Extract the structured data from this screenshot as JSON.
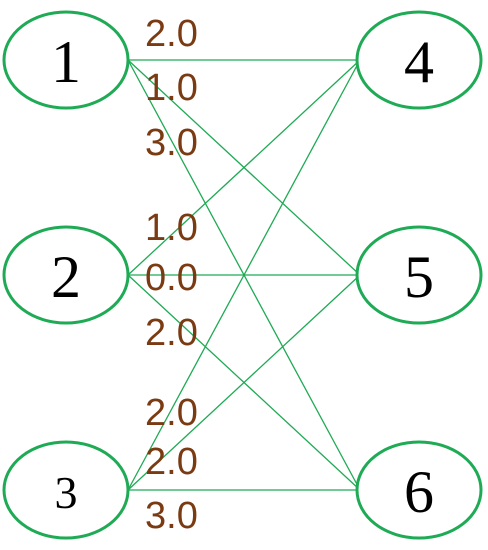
{
  "colors": {
    "node_stroke": "#1faa55",
    "edge_stroke": "#1faa55",
    "weight_text": "#7a3a12",
    "node_text": "#000000"
  },
  "nodes": [
    {
      "id": "n1",
      "label": "1"
    },
    {
      "id": "n2",
      "label": "2"
    },
    {
      "id": "n3",
      "label": "3"
    },
    {
      "id": "n4",
      "label": "4"
    },
    {
      "id": "n5",
      "label": "5"
    },
    {
      "id": "n6",
      "label": "6"
    }
  ],
  "edges": [
    {
      "from": "1",
      "to": "4",
      "weight": "2.0"
    },
    {
      "from": "1",
      "to": "5",
      "weight": "1.0"
    },
    {
      "from": "1",
      "to": "6",
      "weight": "3.0"
    },
    {
      "from": "2",
      "to": "4",
      "weight": "1.0"
    },
    {
      "from": "2",
      "to": "5",
      "weight": "0.0"
    },
    {
      "from": "2",
      "to": "6",
      "weight": "2.0"
    },
    {
      "from": "3",
      "to": "4",
      "weight": "2.0"
    },
    {
      "from": "3",
      "to": "5",
      "weight": "2.0"
    },
    {
      "from": "3",
      "to": "6",
      "weight": "3.0"
    }
  ]
}
